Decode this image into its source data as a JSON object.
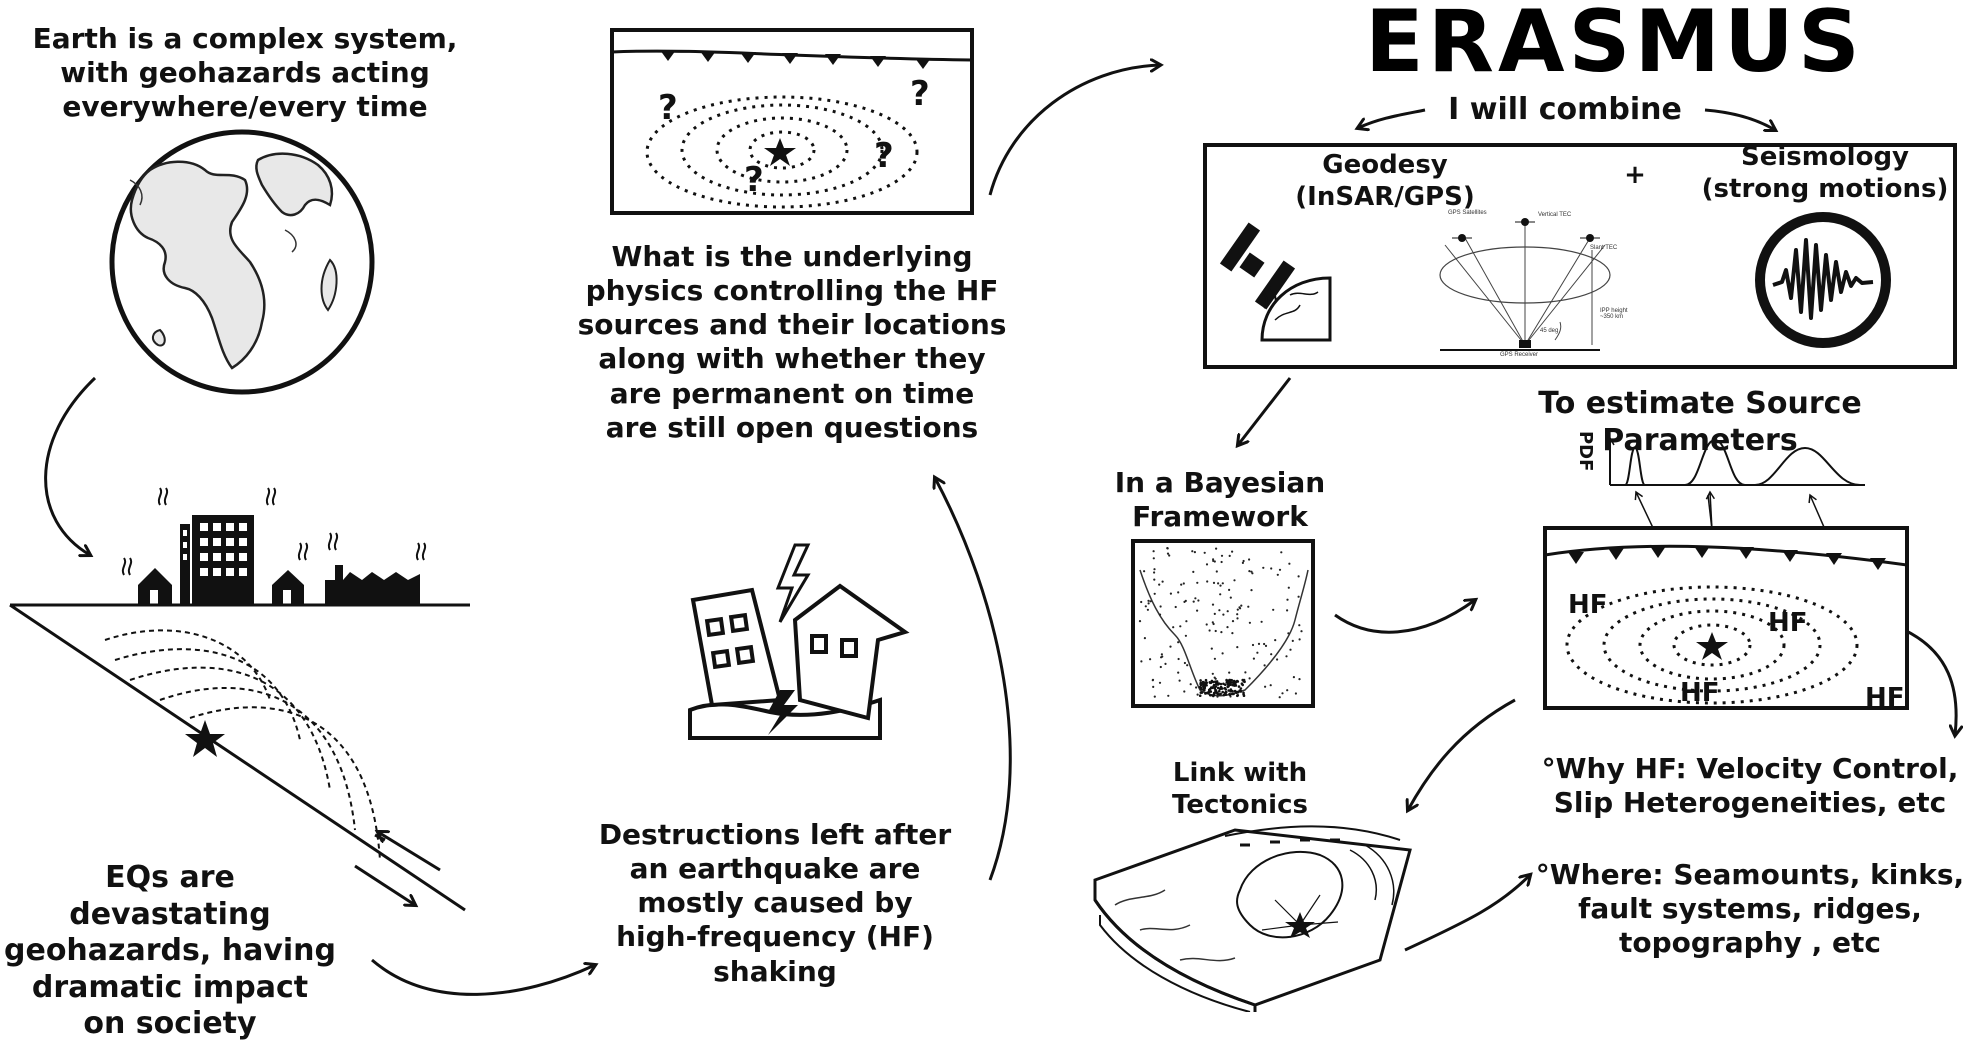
{
  "title": "ERASMUS",
  "texts": {
    "earth_complex": "Earth is a complex system,\nwith geohazards acting\neverywhere/every time",
    "eqs_devastating": "EQs are devastating\ngeohazards, having\ndramatic impact\non society",
    "destructions": "Destructions left after\nan earthquake are\nmostly caused by\nhigh-frequency (HF)\nshaking",
    "underlying_physics": "What is the underlying\nphysics controlling the HF\nsources and their locations\nalong with whether they\nare permanent on time\nare still open questions",
    "combine": "I will combine",
    "geodesy": "Geodesy\n(InSAR/GPS)",
    "plus": "+",
    "seismology": "Seismology\n(strong motions)",
    "estimate": "To estimate Source Parameters",
    "bayesian": "In a Bayesian\nFramework",
    "pdf_label": "PDF",
    "link_tectonics": "Link with\nTectonics",
    "why_hf": "°Why HF: Velocity Control,\nSlip Heterogeneities, etc",
    "where": "°Where: Seamounts, kinks,\nfault systems, ridges,\ntopography , etc"
  },
  "question_mark": "?",
  "hf_label": "HF",
  "gps_labels": {
    "satellites": "GPS Satellites",
    "vertical_tec": "Vertical TEC",
    "slant_tec": "Slant TEC",
    "ipp_height": "IPP height\n~350 km",
    "elevation": "45 deg",
    "receiver": "GPS Receiver"
  }
}
